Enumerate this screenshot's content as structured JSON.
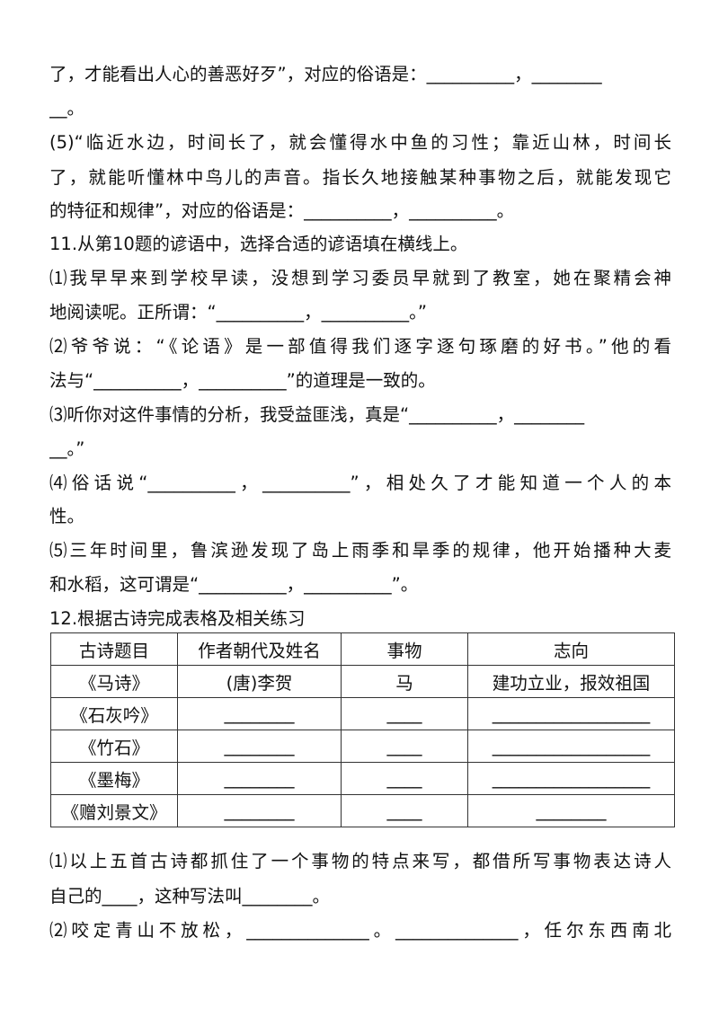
{
  "lines": [
    "了，才能看出人心的善恶好歹”，对应的俗语是：__________，________",
    "__。",
    "(5)“临近水边，时间长了，就会懂得水中鱼的习性；靠近山林，时间长",
    "了，就能听懂林中鸟儿的声音。指长久地接触某种事物之后，就能发现它",
    "的特征和规律”，对应的俗语是：__________，__________。",
    "11.从第10题的谚语中，选择合适的谚语填在横线上。",
    "⑴我早早来到学校早读，没想到学习委员早就到了教室，她在聚精会神",
    "地阅读呢。正所谓：“__________，__________。”",
    "⑵爷爷说：“《论语》是一部值得我们逐字逐句琢磨的好书。”他的看",
    "法与“__________，__________”的道理是一致的。",
    "⑶听你对这件事情的分析，我受益匪浅，真是“__________，________",
    "__。”",
    "⑷俗话说“__________，__________”，相处久了才能知道一个人的本",
    "性。",
    "⑸三年时间里，鲁滨逊发现了岛上雨季和旱季的规律，他开始播种大麦",
    "和水稻，这可谓是“__________，__________”。",
    "12.根据古诗完成表格及相关练习"
  ],
  "table": {
    "headers": [
      "古诗题目",
      "作者朝代及姓名",
      "事物",
      "志向"
    ],
    "rows": [
      [
        "《马诗》",
        "(唐)李贺",
        "马",
        "建功立业，报效祖国"
      ],
      [
        "《石灰吟》",
        "________",
        "____",
        "__________________"
      ],
      [
        "《竹石》",
        "________",
        "____",
        "__________________"
      ],
      [
        "《墨梅》",
        "________",
        "____",
        "__________________"
      ],
      [
        "《赠刘景文》",
        "________",
        "____",
        "________"
      ]
    ]
  },
  "after": [
    "⑴以上五首古诗都抓住了一个事物的特点来写，都借所写事物表达诗人",
    "自己的____，这种写法叫________。",
    "⑵咬定青山不放松，______________。______________，任尔东西南北"
  ]
}
